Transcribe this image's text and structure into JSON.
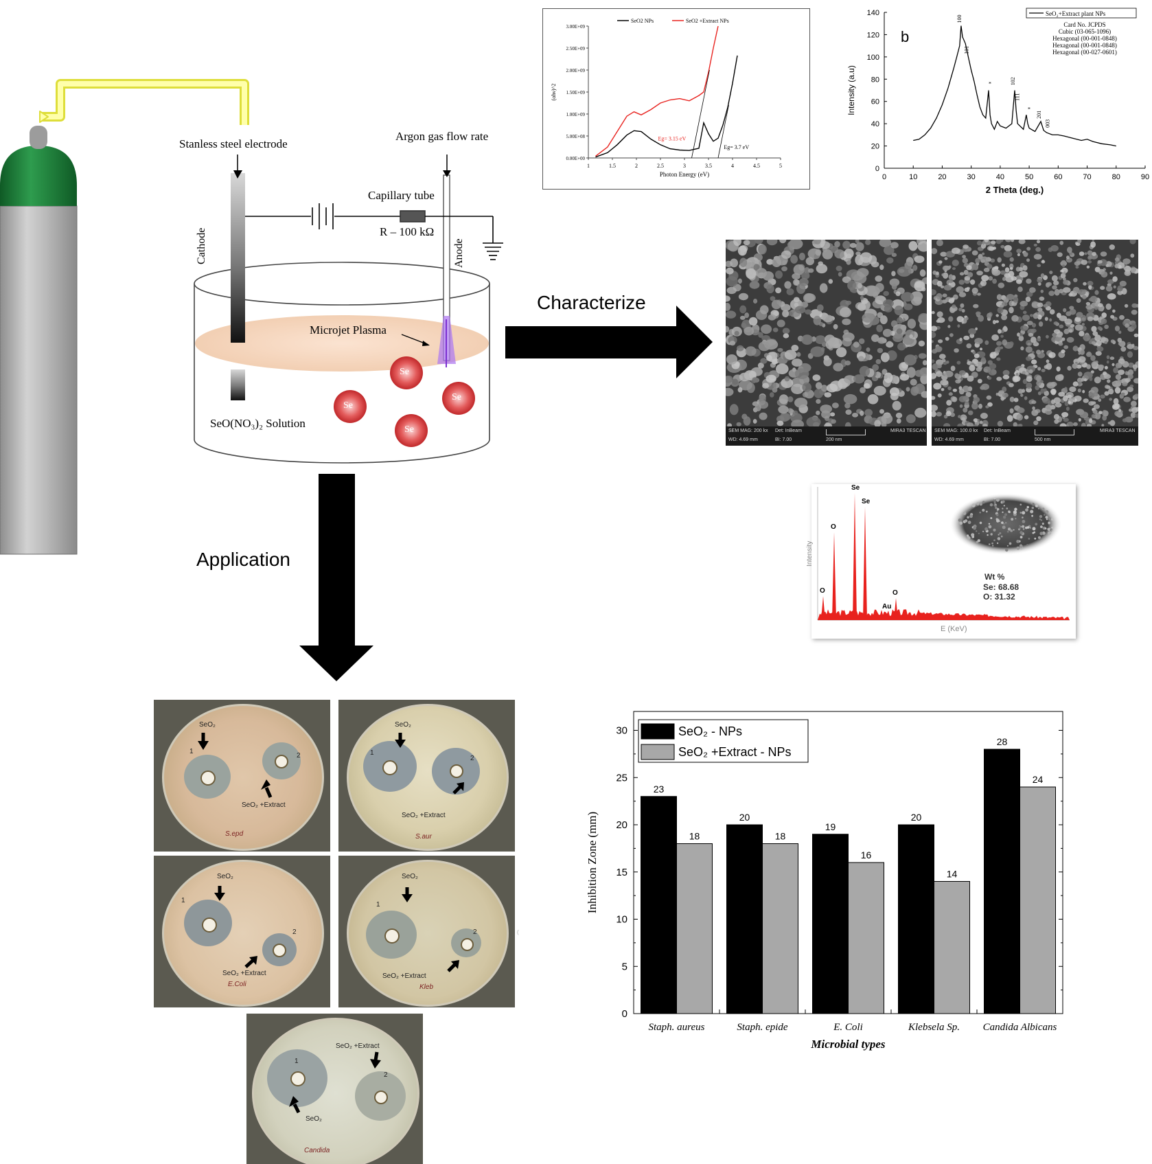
{
  "setup": {
    "electrode_label": "Stanless steel electrode",
    "argon_label": "Argon gas flow rate",
    "capillary_label": "Capillary tube",
    "resistor_label": "R – 100 kΩ",
    "cathode_label": "Cathode",
    "anode_label": "Anode",
    "plasma_label": "Microjet Plasma",
    "solution_label": "SeO(NO₃)₂ Solution",
    "particle_label": "Se"
  },
  "flow": {
    "characterize_label": "Characterize",
    "application_label": "Application"
  },
  "sem": {
    "left": {
      "mag": "SEM MAG: 200 kx",
      "det": "Det: InBeam",
      "wd": "WD: 4.69 mm",
      "bi": "BI: 7.00",
      "scale": "200 nm",
      "brand": "MIRA3 TESCAN"
    },
    "right": {
      "mag": "SEM MAG: 100.0 kx",
      "det": "Det: InBeam",
      "wd": "WD: 4.69 mm",
      "bi": "BI: 7.00",
      "scale": "500 nm",
      "brand": "MIRA3 TESCAN"
    }
  },
  "edx": {
    "ylabel": "Intensity",
    "xlabel": "E (KeV)",
    "peaks": [
      "O",
      "O",
      "Se",
      "Se",
      "Au",
      "O"
    ],
    "wt_title": "Wt %",
    "wt_se": "Se: 68.68",
    "wt_o": "O: 31.32"
  },
  "plates": {
    "p1": {
      "seo2": "SeO₂",
      "extract": "SeO₂ +Extract",
      "n1": "1",
      "n2": "2",
      "hand": "S.epd"
    },
    "p2": {
      "seo2": "SeO₂",
      "extract": "SeO₂ +Extract",
      "n1": "1",
      "n2": "2",
      "hand": "S.aur"
    },
    "p3": {
      "seo2": "SeO₂",
      "extract": "SeO₂ +Extract",
      "n1": "1",
      "n2": "2",
      "hand": "E.Coli"
    },
    "p4": {
      "seo2": "SeO₂",
      "extract": "SeO₂ +Extract",
      "n1": "1",
      "n2": "2",
      "hand": "Kleb"
    },
    "p5": {
      "seo2": "SeO₂",
      "extract": "SeO₂ +Extract",
      "n1": "1",
      "n2": "2",
      "hand": "Candida"
    }
  },
  "colors": {
    "plasma": "#f5d6bf",
    "particle": "#e35b5b",
    "cylinder_cap": "#1f7a3a",
    "tube": "#ffff66",
    "red_series": "#e8221e"
  },
  "chart_data": [
    {
      "type": "line",
      "ylabel": "(αhν)^2",
      "xlabel": "Photon Energy (eV)",
      "xlim": [
        1,
        5
      ],
      "ylim": [
        0,
        3000000000
      ],
      "xticks": [
        "1",
        "1.5",
        "2",
        "2.5",
        "3",
        "3.5",
        "4",
        "4.5",
        "5"
      ],
      "yticks": [
        "0.00E+00",
        "5.00E+08",
        "1.00E+09",
        "1.50E+09",
        "2.00E+09",
        "2.50E+09",
        "3.00E+09"
      ],
      "series": [
        {
          "name": "SeO2 NPs",
          "color": "#000000",
          "x": [
            1.15,
            1.4,
            1.6,
            1.8,
            1.95,
            2.1,
            2.3,
            2.5,
            2.7,
            2.9,
            3.1,
            3.3,
            3.4,
            3.5,
            3.6,
            3.7,
            3.8,
            3.9,
            4.0,
            4.1
          ],
          "y": [
            20000000,
            120000000,
            300000000,
            520000000,
            620000000,
            600000000,
            430000000,
            300000000,
            210000000,
            180000000,
            170000000,
            220000000,
            800000000,
            550000000,
            380000000,
            450000000,
            750000000,
            1150000000,
            1700000000,
            2330000000
          ]
        },
        {
          "name": "SeO2 +Extract NPs",
          "color": "#e8221e",
          "x": [
            1.15,
            1.4,
            1.6,
            1.8,
            1.95,
            2.1,
            2.3,
            2.5,
            2.7,
            2.9,
            3.1,
            3.3,
            3.4,
            3.5,
            3.6,
            3.7
          ],
          "y": [
            40000000,
            250000000,
            600000000,
            950000000,
            1050000000,
            980000000,
            1100000000,
            1250000000,
            1320000000,
            1350000000,
            1300000000,
            1420000000,
            1500000000,
            1950000000,
            2500000000,
            3000000000
          ]
        }
      ],
      "annotations": [
        "Eg= 3.15 eV",
        "Eg= 3.7 eV"
      ]
    },
    {
      "type": "line",
      "panel_letter": "b",
      "xlabel": "2 Theta (deg.)",
      "ylabel": "Intensity (a.u)",
      "xlim": [
        0,
        90
      ],
      "ylim": [
        0,
        140
      ],
      "xticks": [
        "0",
        "10",
        "20",
        "30",
        "40",
        "50",
        "60",
        "70",
        "80",
        "90"
      ],
      "yticks": [
        "0",
        "20",
        "40",
        "60",
        "80",
        "100",
        "120",
        "140"
      ],
      "series": [
        {
          "name": "SeO₂+Extract plant NPs",
          "color": "#000000",
          "x": [
            10,
            12,
            14,
            16,
            18,
            20,
            22,
            24,
            25,
            26,
            26.5,
            27,
            28,
            29,
            30,
            31,
            32,
            33,
            34,
            35,
            36,
            36.5,
            37,
            38,
            39,
            40,
            42,
            44,
            45,
            45.5,
            46,
            48,
            49,
            49.5,
            50,
            52,
            54,
            55,
            56,
            58,
            60,
            62,
            65,
            68,
            70,
            72,
            75,
            78,
            80
          ],
          "y": [
            25,
            26,
            30,
            36,
            45,
            57,
            72,
            90,
            100,
            110,
            128,
            118,
            112,
            100,
            88,
            78,
            66,
            55,
            48,
            45,
            70,
            48,
            40,
            35,
            42,
            38,
            36,
            40,
            70,
            52,
            40,
            35,
            48,
            40,
            36,
            33,
            42,
            34,
            32,
            30,
            30,
            29,
            27,
            25,
            26,
            24,
            22,
            21,
            20
          ]
        }
      ],
      "legend_extra": [
        "Card No. JCPDS",
        "Cubic (03-065-1096)",
        "Hexagonal (00-001-0848)",
        "Hexagonal (00-001-0848)",
        "Hexagonal (00-027-0601)"
      ],
      "peak_labels": [
        "100",
        "101",
        "*",
        "102",
        "111",
        "*",
        "201",
        "003"
      ]
    },
    {
      "type": "bar",
      "xlabel": "Microbial types",
      "ylabel": "Inhibition Zone (mm)",
      "ylim": [
        0,
        32
      ],
      "yticks": [
        "0",
        "5",
        "10",
        "15",
        "20",
        "25",
        "30"
      ],
      "categories": [
        "Staph. aureus",
        "Staph. epide",
        "E. Coli",
        "Klebsela Sp.",
        "Candida Albicans"
      ],
      "series": [
        {
          "name": "SeO₂ - NPs",
          "color": "#000000",
          "values": [
            23,
            20,
            19,
            20,
            28
          ]
        },
        {
          "name": "SeO₂ +Extract - NPs",
          "color": "#a8a8a8",
          "values": [
            18,
            18,
            16,
            14,
            24
          ]
        }
      ]
    }
  ]
}
